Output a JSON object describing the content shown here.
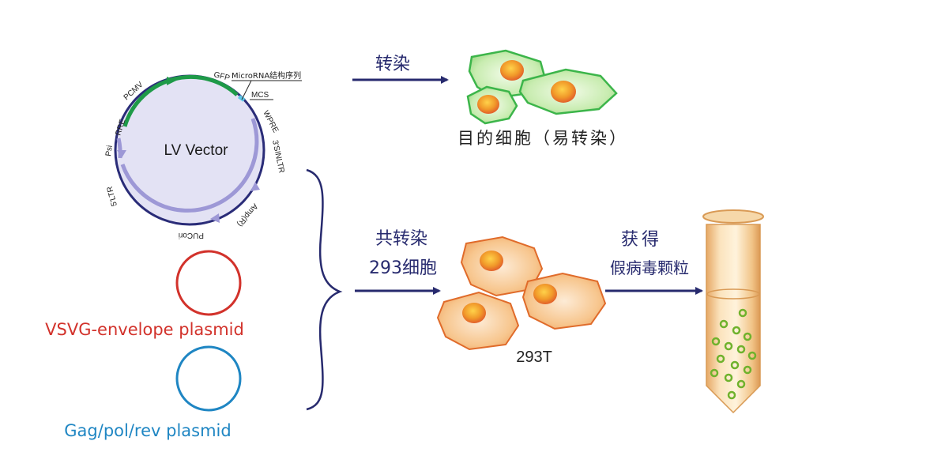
{
  "vector": {
    "center_label": "LV Vector",
    "features": {
      "gfp": "GFP",
      "microrna": "MicroRNA结构序列",
      "mcs": "MCS",
      "pcmv": "PCMV",
      "rre": "RRE",
      "psi": "Psi",
      "wpre": "WPRE",
      "sinltr": "3'SINLTR",
      "ampr": "Amp(R)",
      "pucori": "PUCori",
      "ltr5": "5'LTR"
    }
  },
  "plasmids": {
    "vsvg": {
      "label": "VSVG-envelope plasmid",
      "color": "#d2322b"
    },
    "gag": {
      "label": "Gag/pol/rev plasmid",
      "color": "#1f86c3"
    }
  },
  "top_path": {
    "arrow_label": "转染",
    "target_caption": "目的细胞（易转染）"
  },
  "bottom_path": {
    "cotransfect_label": "共转染",
    "cell_line_label": "293细胞",
    "cell_caption": "293T",
    "obtain_label": "获得",
    "product_label": "假病毒颗粒"
  },
  "colors": {
    "arrow": "#272a6e",
    "vector_ring": "#2a2c78",
    "vector_fill": "#e3e2f4",
    "vector_green": "#1e9a48",
    "vector_lilac": "#9d98d6",
    "cell_green": "#3cb54a",
    "cell_orange": "#e06b2a"
  }
}
